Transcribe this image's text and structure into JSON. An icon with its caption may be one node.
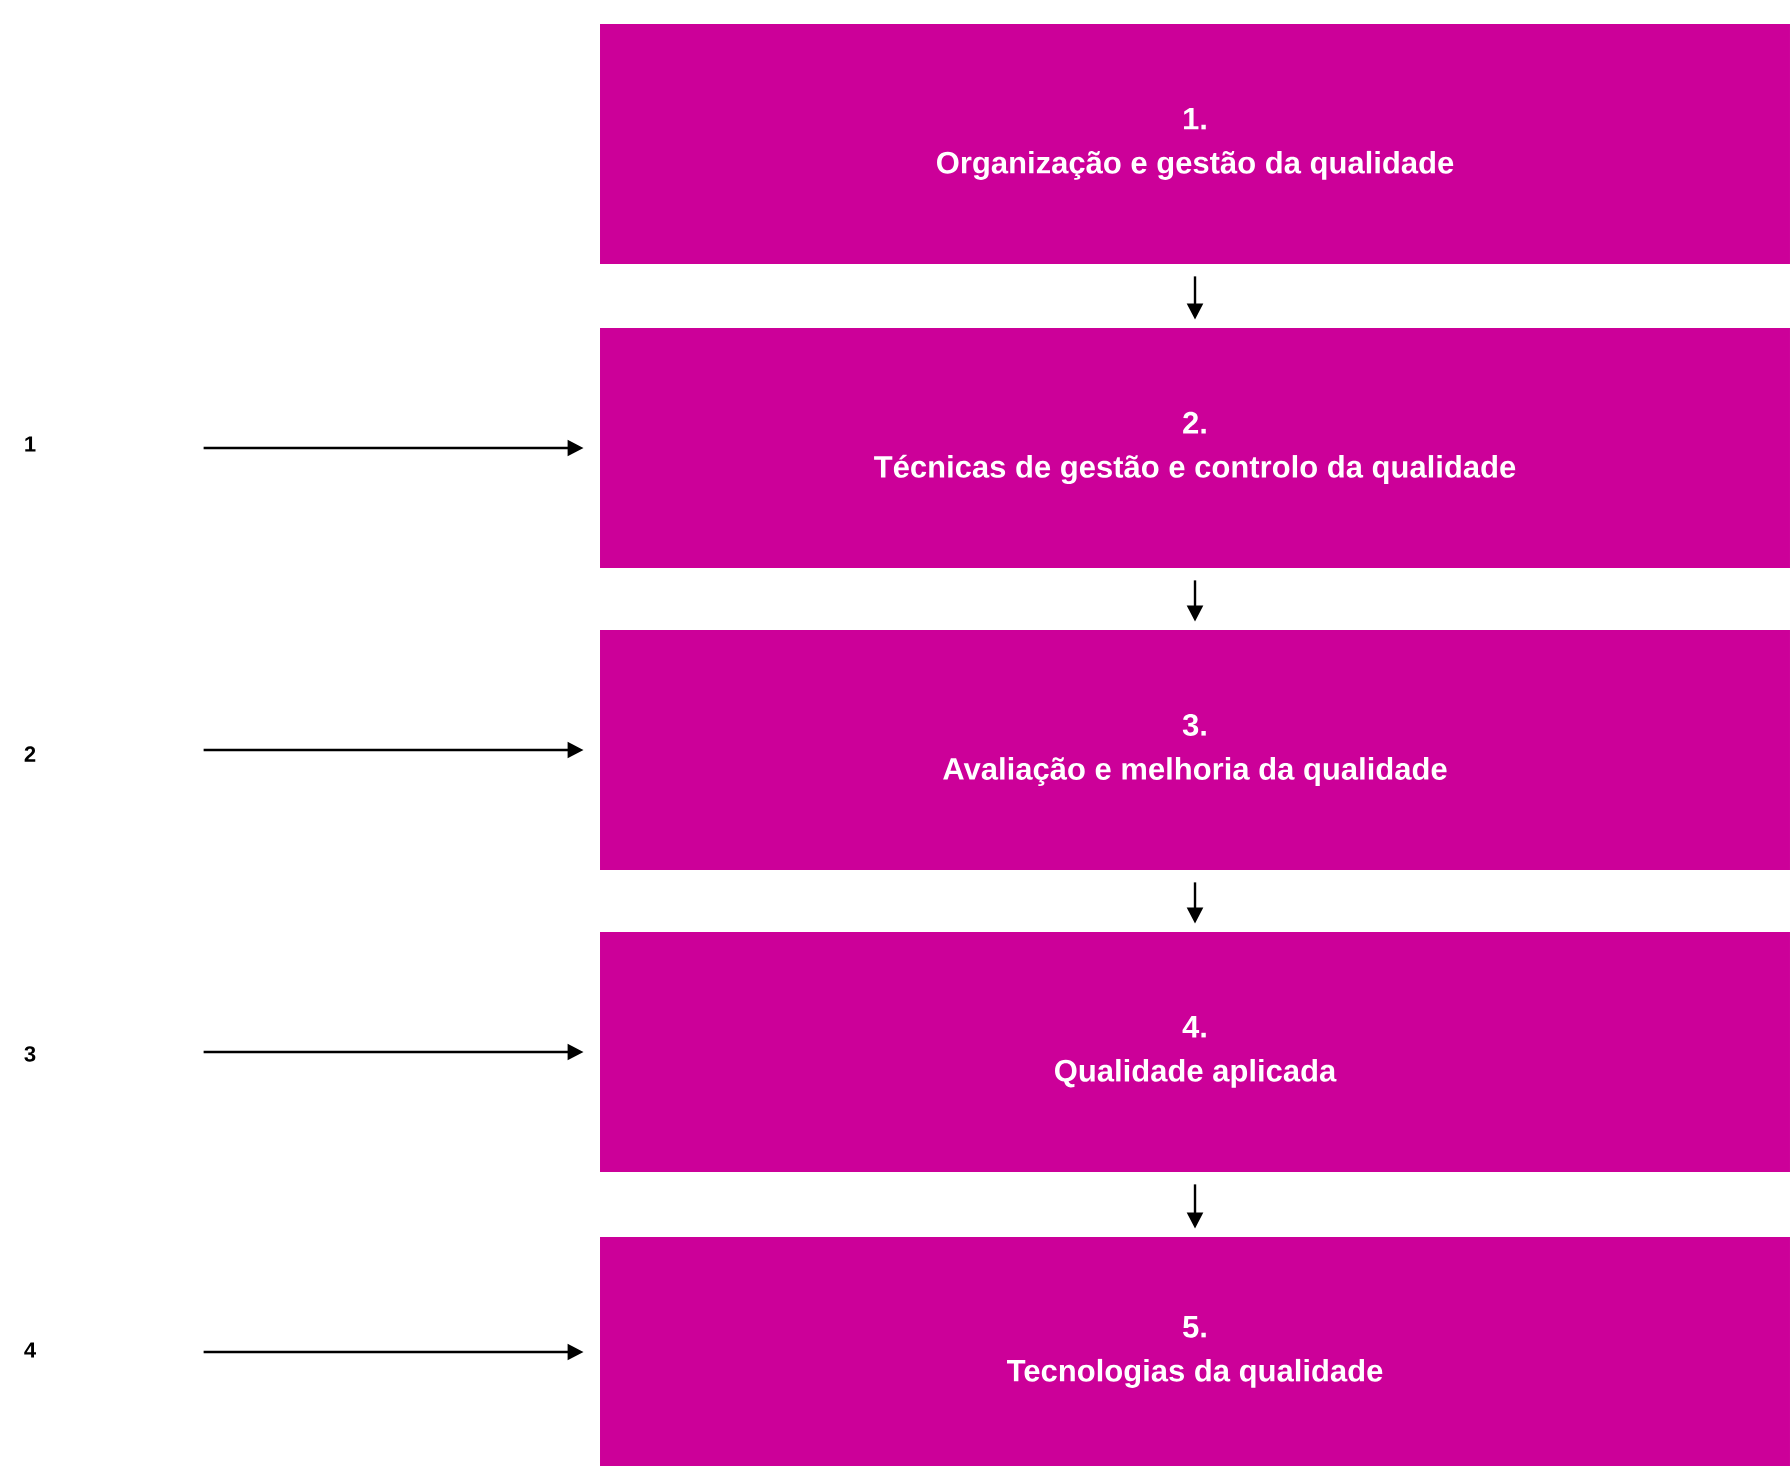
{
  "diagram": {
    "nodes": [
      {
        "text": [
          "1.",
          "Organização e gestão da qualidade"
        ]
      },
      {
        "text": [
          "2.",
          "Técnicas de gestão e controlo da qualidade"
        ]
      },
      {
        "text": [
          "3.",
          "Avaliação e melhoria da qualidade"
        ]
      },
      {
        "text": [
          "4.",
          "Qualidade aplicada"
        ]
      },
      {
        "text": [
          "5.",
          "Tecnologias da qualidade"
        ]
      }
    ],
    "edges": [
      {
        "from": 0,
        "to": 1,
        "arrow": "to"
      },
      {
        "from": 1,
        "to": 2,
        "arrow": "to"
      },
      {
        "from": 2,
        "to": 3,
        "arrow": "to"
      },
      {
        "from": 3,
        "to": 4,
        "arrow": "to"
      },
      {
        "from": null,
        "to": 1,
        "arrow": "to"
      },
      {
        "from": null,
        "to": 2,
        "arrow": "to"
      },
      {
        "from": null,
        "to": 3,
        "arrow": "to"
      },
      {
        "from": null,
        "to": 4,
        "arrow": "to"
      }
    ],
    "labels": [
      "1",
      "2",
      "3",
      "4"
    ]
  }
}
